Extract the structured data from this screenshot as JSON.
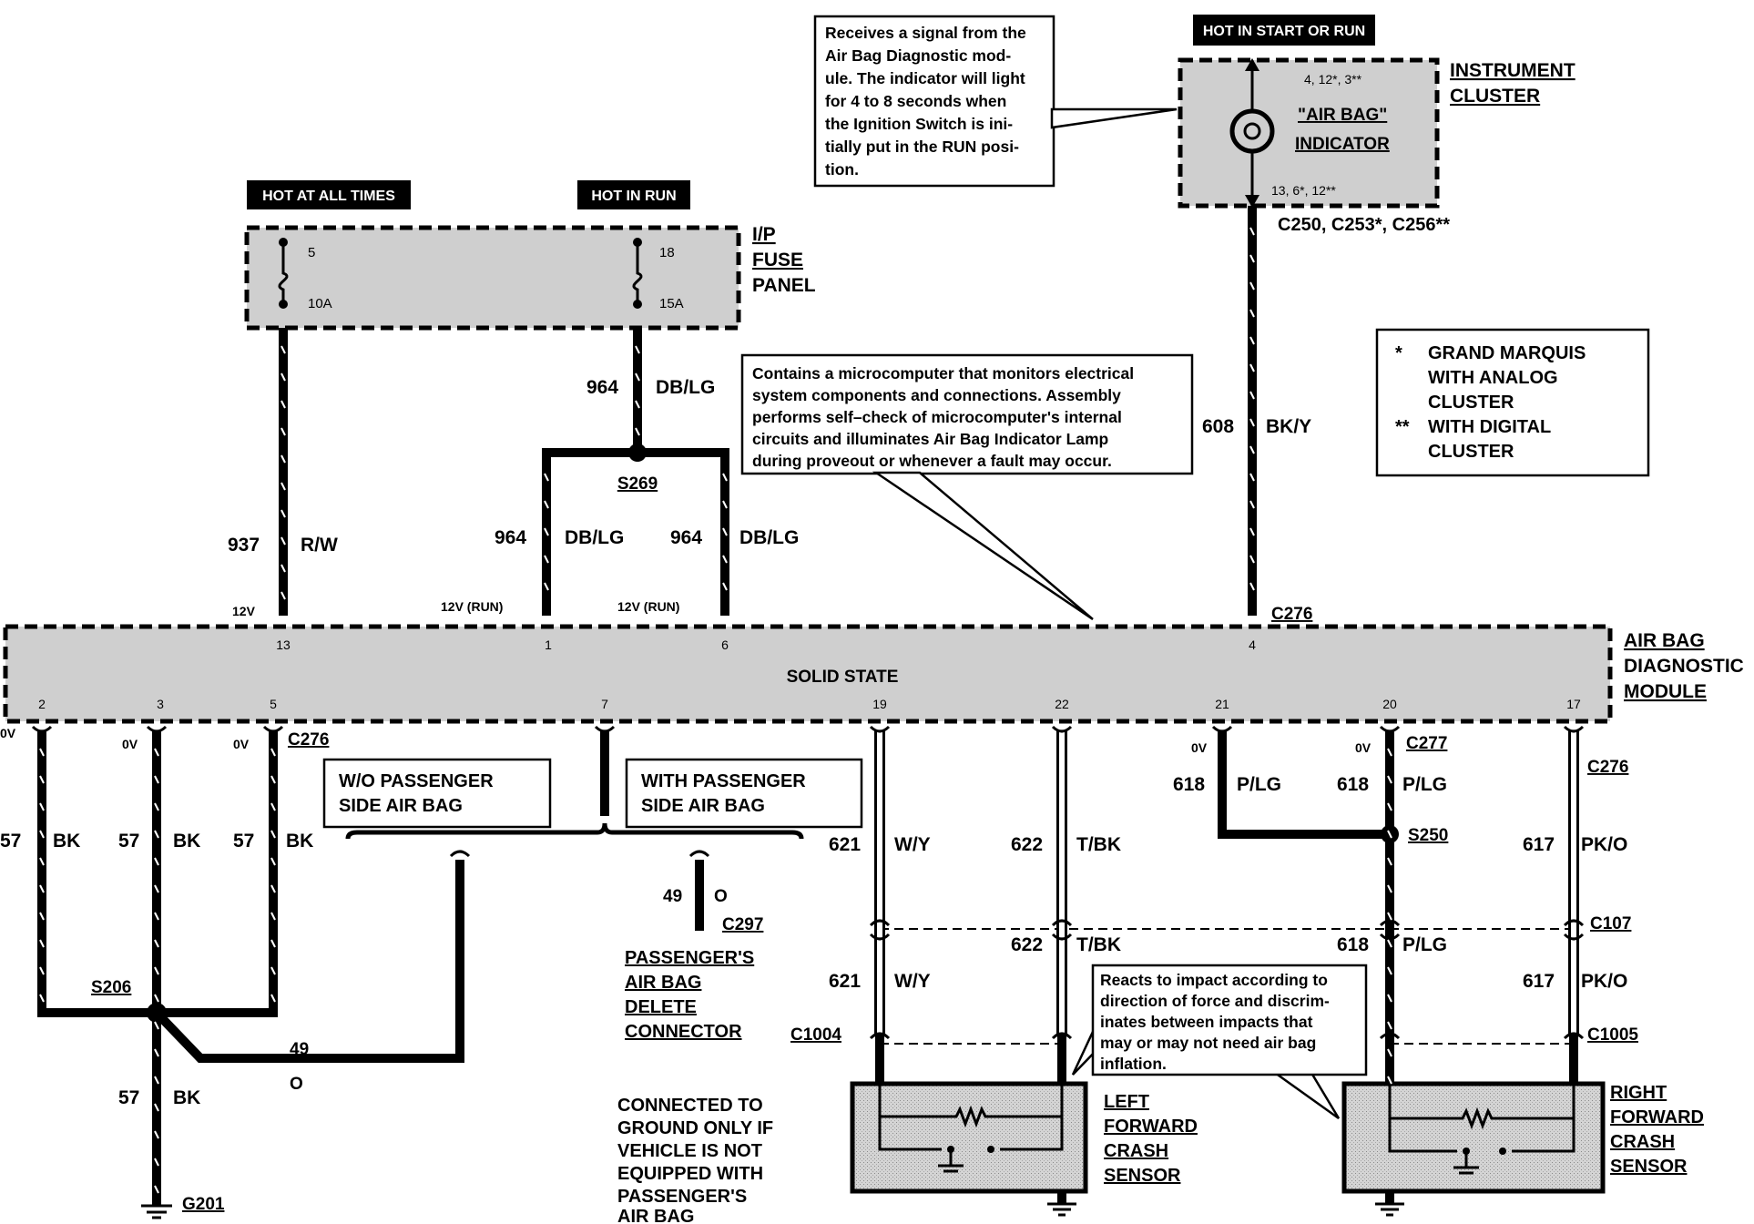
{
  "labels": {
    "hot_all_times": "HOT AT ALL TIMES",
    "hot_in_run": "HOT IN RUN",
    "hot_start_run": "HOT IN START OR RUN",
    "fuse_panel": [
      "I/P",
      "FUSE",
      "PANEL"
    ],
    "instrument_cluster": [
      "INSTRUMENT",
      "CLUSTER"
    ],
    "airbag_indicator": [
      "\"AIR BAG\"",
      "INDICATOR"
    ],
    "cluster_pins_top": "4, 12*, 3**",
    "cluster_pins_bottom": "13, 6*, 12**",
    "cluster_connector": "C250, C253*, C256**",
    "legend": [
      "*",
      "GRAND MARQUIS",
      "WITH ANALOG",
      "CLUSTER",
      "**",
      "WITH DIGITAL",
      "CLUSTER"
    ],
    "module_name": [
      "AIR BAG",
      "DIAGNOSTIC",
      "MODULE"
    ],
    "solid_state": "SOLID STATE",
    "wo_passenger": [
      "W/O PASSENGER",
      "SIDE AIR BAG"
    ],
    "with_passenger": [
      "WITH PASSENGER",
      "SIDE AIR BAG"
    ],
    "delete_connector": [
      "PASSENGER'S",
      "AIR BAG",
      "DELETE",
      "CONNECTOR"
    ],
    "ground_note": [
      "CONNECTED TO",
      "GROUND ONLY IF",
      "VEHICLE IS NOT",
      "EQUIPPED WITH",
      "PASSENGER'S",
      "AIR BAG"
    ],
    "left_sensor": [
      "LEFT",
      "FORWARD",
      "CRASH",
      "SENSOR"
    ],
    "right_sensor": [
      "RIGHT",
      "FORWARD",
      "CRASH",
      "SENSOR"
    ]
  },
  "callouts": {
    "indicator_note": [
      "Receives a signal from the",
      "Air Bag Diagnostic mod-",
      "ule. The indicator will light",
      "for 4 to 8 seconds when",
      "the Ignition Switch is ini-",
      "tially put in the RUN posi-",
      "tion."
    ],
    "module_note": [
      "Contains a microcomputer that monitors electrical",
      "system components and connections. Assembly",
      "performs self–check of microcomputer's internal",
      "circuits and illuminates Air Bag Indicator Lamp",
      "during proveout or whenever a fault may occur."
    ],
    "sensor_note": [
      "Reacts to impact according to",
      "direction of force and discrim-",
      "inates between impacts that",
      "may or may not need air bag",
      "inflation."
    ]
  },
  "fuses": [
    {
      "number": "5",
      "rating": "10A"
    },
    {
      "number": "18",
      "rating": "15A"
    }
  ],
  "circuits": {
    "c937": {
      "num": "937",
      "color": "R/W"
    },
    "c964a": {
      "num": "964",
      "color": "DB/LG"
    },
    "c964b": {
      "num": "964",
      "color": "DB/LG"
    },
    "c964c": {
      "num": "964",
      "color": "DB/LG"
    },
    "c608": {
      "num": "608",
      "color": "BK/Y"
    },
    "c57a": {
      "num": "57",
      "color": "BK"
    },
    "c57b": {
      "num": "57",
      "color": "BK"
    },
    "c57c": {
      "num": "57",
      "color": "BK"
    },
    "c57d": {
      "num": "57",
      "color": "BK"
    },
    "c49a": {
      "num": "49",
      "color": "O"
    },
    "c49b": {
      "num": "49",
      "color": "O"
    },
    "c621a": {
      "num": "621",
      "color": "W/Y"
    },
    "c621b": {
      "num": "621",
      "color": "W/Y"
    },
    "c622a": {
      "num": "622",
      "color": "T/BK"
    },
    "c622b": {
      "num": "622",
      "color": "T/BK"
    },
    "c618a": {
      "num": "618",
      "color": "P/LG"
    },
    "c618b": {
      "num": "618",
      "color": "P/LG"
    },
    "c618c": {
      "num": "618",
      "color": "P/LG"
    },
    "c617a": {
      "num": "617",
      "color": "PK/O"
    },
    "c617b": {
      "num": "617",
      "color": "PK/O"
    }
  },
  "splices": {
    "s269": "S269",
    "s206": "S206",
    "s250": "S250"
  },
  "connectors": {
    "c276a": "C276",
    "c276b": "C276",
    "c276c": "C276",
    "c277": "C277",
    "c297": "C297",
    "c107": "C107",
    "c1004": "C1004",
    "c1005": "C1005",
    "g201": "G201"
  },
  "voltages": {
    "v12": "12V",
    "v12run_a": "12V (RUN)",
    "v12run_b": "12V (RUN)",
    "v0": "0V"
  },
  "module_pins_top": [
    "13",
    "1",
    "6",
    "4"
  ],
  "module_pins_bottom": [
    "2",
    "3",
    "5",
    "7",
    "19",
    "22",
    "21",
    "20",
    "17"
  ]
}
